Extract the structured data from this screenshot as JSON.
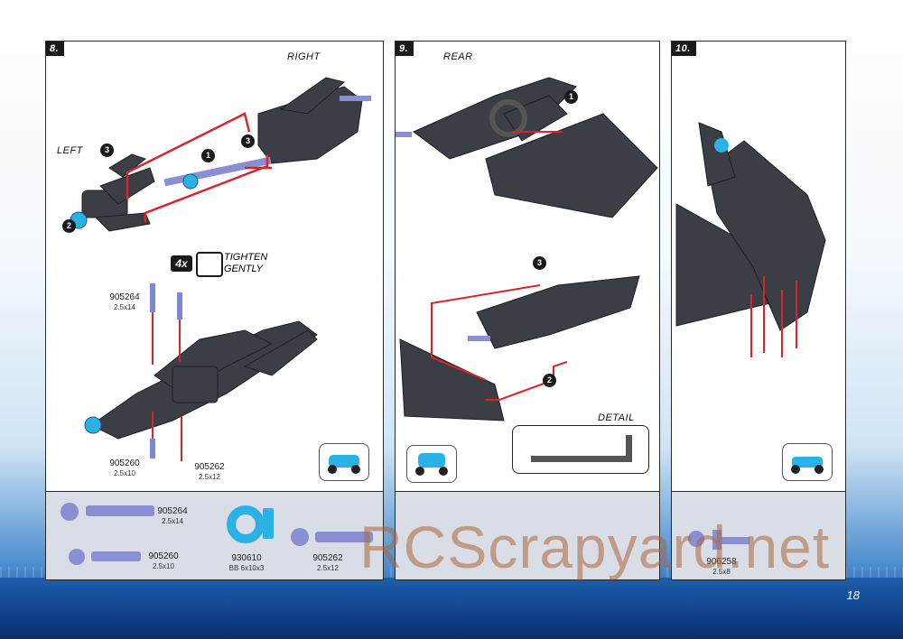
{
  "page": {
    "number": "18",
    "watermark": "RCScrapyard.net"
  },
  "colors": {
    "arrow": "#d8252c",
    "part_blue": "#7f86d8",
    "bearing": "#2ab1e6",
    "chassis": "#3b3e45"
  },
  "step8": {
    "tag": "8.",
    "labels": {
      "right": "RIGHT",
      "left": "LEFT"
    },
    "callouts": [
      "1",
      "2",
      "3",
      "3"
    ],
    "tighten": {
      "count": "4x",
      "text_line1": "TIGHTEN",
      "text_line2": "GENTLY"
    },
    "screws": [
      {
        "part": "905264",
        "size": "2.5x14"
      },
      {
        "part": "905260",
        "size": "2.5x10"
      },
      {
        "part": "905262",
        "size": "2.5x12"
      }
    ],
    "parts_bin": [
      {
        "part": "905264",
        "size": "2.5x14"
      },
      {
        "part": "905260",
        "size": "2.5x10"
      },
      {
        "part": "930610",
        "size": "BB 6x10x3"
      },
      {
        "part": "905262",
        "size": "2.5x12"
      }
    ]
  },
  "step9": {
    "tag": "9.",
    "labels": {
      "rear": "REAR",
      "detail": "DETAIL"
    },
    "callouts": [
      "1",
      "3",
      "2"
    ]
  },
  "step10": {
    "tag": "10.",
    "parts_bin": [
      {
        "part": "906258",
        "size": "2.5x8"
      }
    ]
  }
}
